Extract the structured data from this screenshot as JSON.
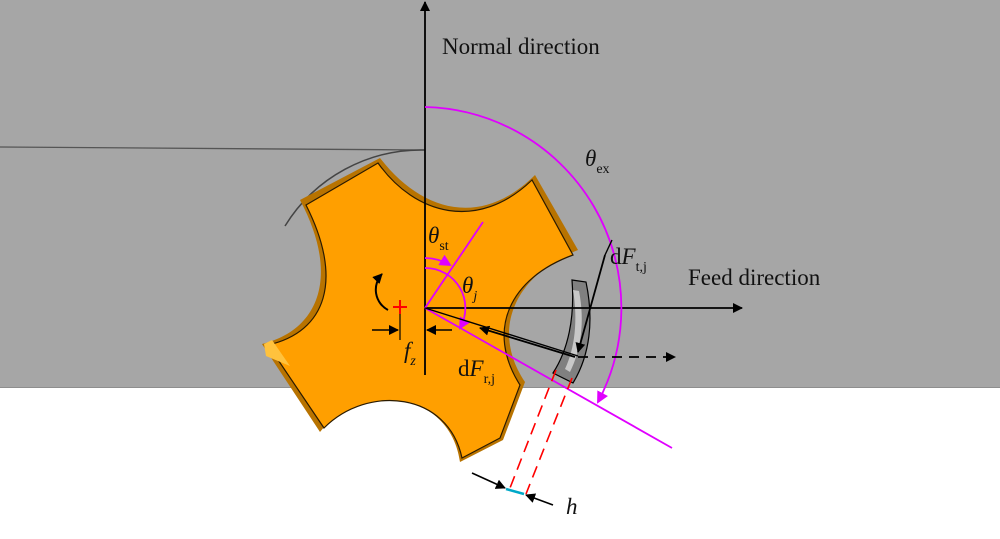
{
  "labels": {
    "normal_direction": "Normal direction",
    "feed_direction": "Feed direction",
    "theta_ex": {
      "symbol": "θ",
      "sub": "ex"
    },
    "theta_st": {
      "symbol": "θ",
      "sub": "st"
    },
    "theta_j": {
      "symbol": "θ",
      "sub": "j"
    },
    "dF_t": {
      "d": "d",
      "F": "F",
      "sub": "t,j"
    },
    "dF_r": {
      "d": "d",
      "F": "F",
      "sub": "r,j"
    },
    "f_z": {
      "symbol": "f",
      "sub": "z"
    },
    "h": "h"
  },
  "colors": {
    "workpiece": "#a6a6a6",
    "tool": "#ff9f00",
    "tool_shade": "#b87300",
    "angle": "#e000ff",
    "chip": "#808080",
    "offset_mark": "#ff0000",
    "dimension_lines": "#ff0000",
    "chip_thickness": "#00a8c8"
  }
}
